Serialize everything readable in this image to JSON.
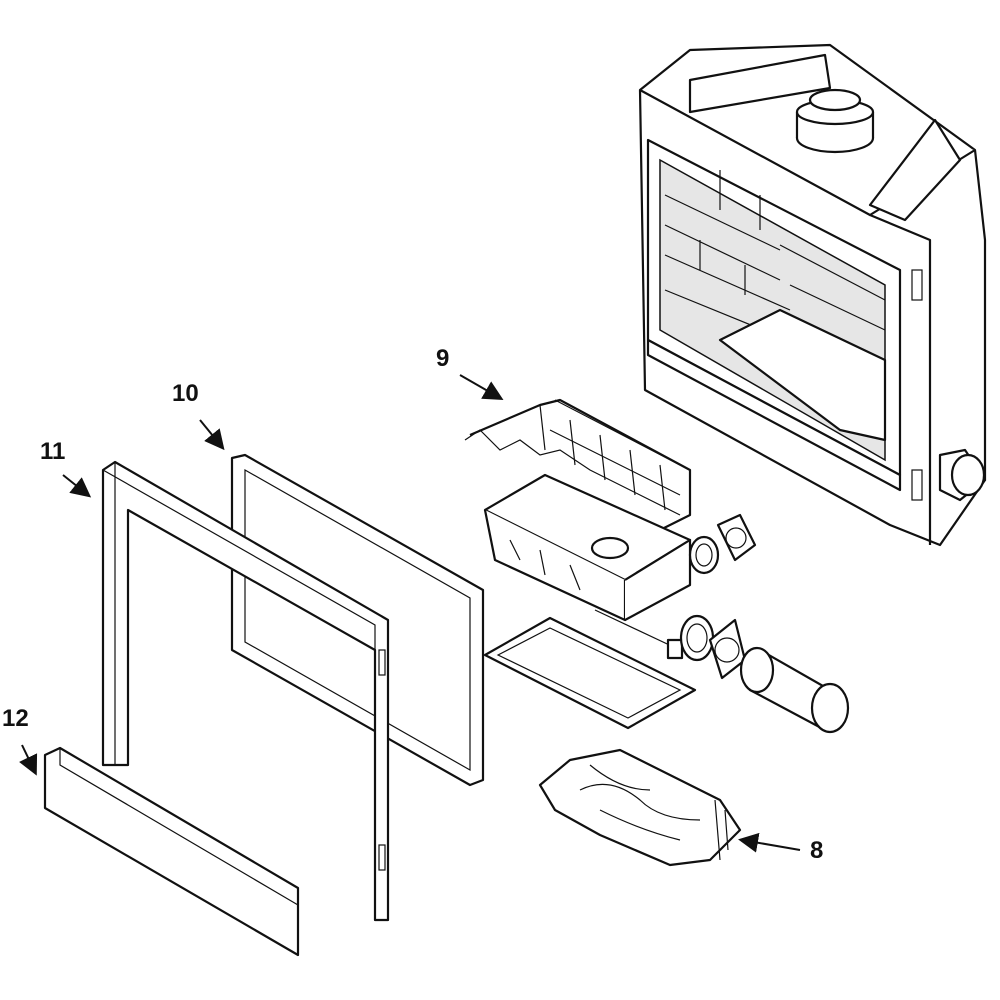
{
  "callouts": {
    "part_8": "8",
    "part_9": "9",
    "part_10": "10",
    "part_11": "11",
    "part_12": "12"
  },
  "colors": {
    "line": "#111111",
    "background": "#ffffff"
  }
}
